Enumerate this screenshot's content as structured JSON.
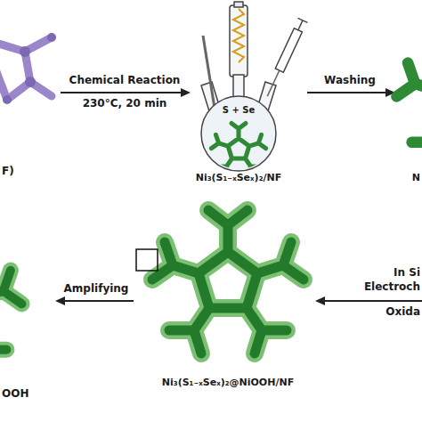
{
  "diagram": {
    "labels": [
      "F)",
      "Chemical Reaction",
      "230°C, 20 min",
      "S + Se",
      "Ni₃(S₁₋ₓSeₓ)₂/NF",
      "Washing",
      "N",
      "In Si",
      "Electroch",
      "Oxida",
      "Amplifying",
      "OOH",
      "Ni₃(S₁₋ₓSeₓ)₂@NiOOH/NF"
    ]
  }
}
